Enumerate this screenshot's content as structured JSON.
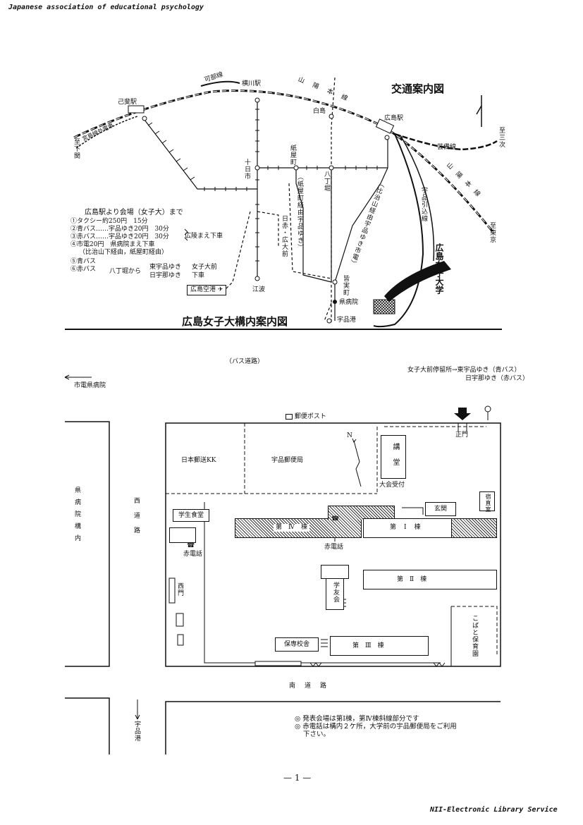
{
  "header": {
    "left": "Japanese association of educational psychology"
  },
  "footer": {
    "right": "NII-Electronic Library Service",
    "page_number": "— 1 —"
  },
  "map1": {
    "title": "交通案内図",
    "stations": {
      "koi": "己斐駅",
      "yokogawa": "横川駅",
      "hiroshima": "広島駅",
      "hakushima": "白島",
      "tokaichi": "十日市",
      "kamiyacho": "紙屋町",
      "hatchobori": "八丁堀",
      "kencho": "県病院",
      "ujina": "宇品港",
      "eba": "江波",
      "hiroshima_airport": "広島空港"
    },
    "lines": {
      "kabe": "可部線",
      "sanyo": "山　陽　本　線",
      "geibi": "芸備線",
      "sanyo2": "山　陽　本　線",
      "miyajima": "宮島線外電車",
      "ujina_line": "宇品引込線",
      "to_shimonoseki": "至下関",
      "to_miyoshi": "至三次",
      "to_tokyo": "至東京",
      "bus1": "（紙屋町経由宇品ゆき）",
      "bus2": "（比治山経由宇品ゆき市電）",
      "tram_hiroshi": "日赤・広大前",
      "miyuki": "皆実町"
    },
    "campus_label": "広島女子大学",
    "access": {
      "heading": "広島駅より会場（女子大）まで",
      "lines": [
        "①タクシー約250円　15分",
        "②青バス……宇品ゆき20円　30分",
        "③赤バス……宇品ゆき20円　30分",
        "④市電20円　県病院まえ下車",
        "（比治山下経由，紙屋町経由）",
        "⑤青バス",
        "⑥赤バス"
      ],
      "note_hiryo": "広陵まえ下車",
      "from_hatchobori": "八丁堀から",
      "dest1": "東宇品ゆき",
      "dest2": "日宇那ゆき",
      "joshidai": "女子大前",
      "geshya": "下車"
    }
  },
  "map2": {
    "title": "広島女子大構内案内図",
    "bus_road": "（バス道路）",
    "tram_arrow": "市電県病院",
    "bus_stop": "女子大前停留所→東宇品ゆき（青バス）",
    "bus_stop2": "日宇那ゆき（赤バス）",
    "post_box": "郵便ポスト",
    "main_gate": "正門",
    "nippon_tsuso": "日本郵送KK",
    "ujina_post": "宇品郵便局",
    "kodo": "講堂",
    "reception": "大会受付",
    "shukuchoku": "宿直室",
    "genkan": "玄関",
    "cafeteria": "学生食堂",
    "bldg4": "第　Ⅳ　棟",
    "bldg1": "第　Ⅰ　棟",
    "bldg2": "第　Ⅱ　棟",
    "bldg3": "第　Ⅲ　棟",
    "red_phone": "赤電話",
    "red_phone2": "赤電話",
    "gakuyukai": "学友会",
    "west_gate": "西門",
    "hoyo": "保専校舎",
    "kobato": "こばと保育園",
    "kenbyoin": "県病院構内",
    "west_road": "西道路",
    "south_road": "南　道　路",
    "to_ujina": "宇品港",
    "north": "N",
    "notes": [
      "◎ 発表会場は第Ⅰ棟，第Ⅳ棟斜線部分です",
      "◎ 赤電話は構内２ケ所，大学前の宇品郵便局をご利用",
      "下さい。"
    ]
  }
}
